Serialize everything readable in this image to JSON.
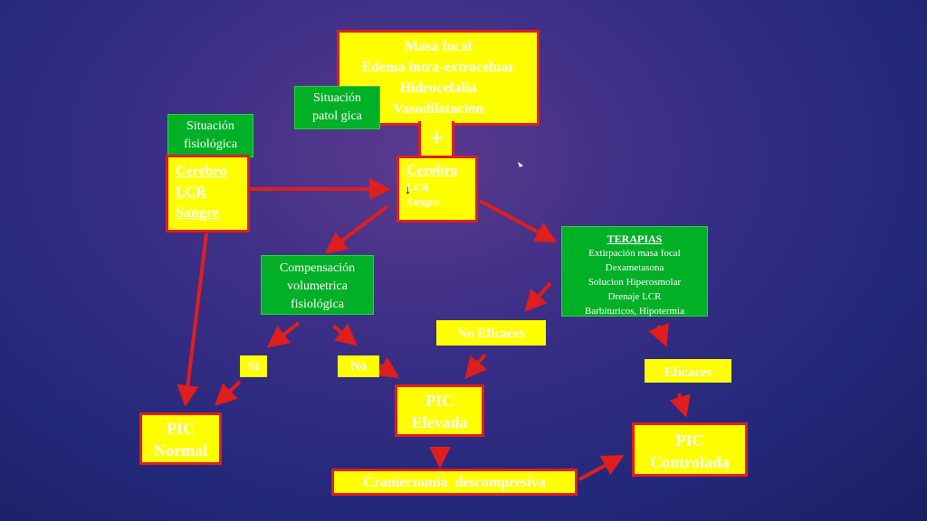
{
  "mass_box": {
    "lines": [
      "Masa focal",
      "Edema intra-extraceluar",
      "Hidrocefalia",
      "Vasodilatacion"
    ]
  },
  "plus_sign": "+",
  "physio_label": {
    "line1": "Situación",
    "line2": "fisiológica"
  },
  "patho_label": {
    "line1": "Situación",
    "line2": "patol  gica"
  },
  "brain_left": {
    "line1": "Cerebro",
    "line2": "LCR",
    "line3": "Sangre"
  },
  "brain_right": {
    "line1": "Cerebro",
    "line2": "LCR",
    "line3": "Sangre"
  },
  "compensation": {
    "line1": "Compensación",
    "line2": "volumetrica",
    "line3": "fisiológica"
  },
  "therapies": {
    "title": "TERAPIAS",
    "items": [
      "Extirpación masa focal",
      "Dexametasona",
      "Solucion Hiperosmolar",
      "Drenaje LCR",
      "Barbituricos, Hipotermia"
    ]
  },
  "yes_label": "Sí",
  "no_label": "No",
  "not_effective": "No Eficaces",
  "effective": "Eficaces",
  "pic_normal": {
    "line1": "PIC",
    "line2": "Normal"
  },
  "pic_elevated": {
    "line1": "PIC",
    "line2": "Elevada"
  },
  "pic_controlled": {
    "line1": "PIC",
    "line2": "Controlada"
  },
  "craniectomy": "Craniectomia  descompresiva",
  "colors": {
    "box_fill": "#ffff00",
    "box_border": "#e01e1e",
    "label_fill": "#00b026",
    "arrow": "#e01e1e"
  }
}
